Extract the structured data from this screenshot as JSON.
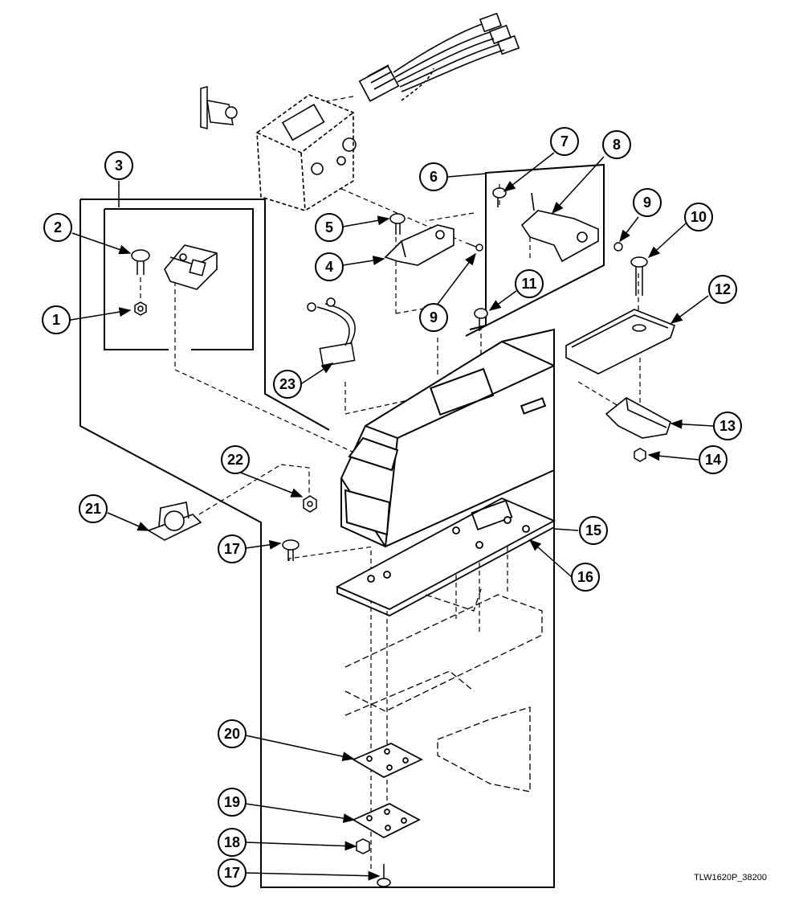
{
  "figure_id": "TLW1620P_38200",
  "callouts": [
    {
      "id": "c1",
      "label": "1"
    },
    {
      "id": "c2",
      "label": "2"
    },
    {
      "id": "c3",
      "label": "3"
    },
    {
      "id": "c4",
      "label": "4"
    },
    {
      "id": "c5",
      "label": "5"
    },
    {
      "id": "c6",
      "label": "6"
    },
    {
      "id": "c7",
      "label": "7"
    },
    {
      "id": "c8",
      "label": "8"
    },
    {
      "id": "c9a",
      "label": "9"
    },
    {
      "id": "c9b",
      "label": "9"
    },
    {
      "id": "c10",
      "label": "10"
    },
    {
      "id": "c11",
      "label": "11"
    },
    {
      "id": "c12",
      "label": "12"
    },
    {
      "id": "c13",
      "label": "13"
    },
    {
      "id": "c14",
      "label": "14"
    },
    {
      "id": "c15",
      "label": "15"
    },
    {
      "id": "c16",
      "label": "16"
    },
    {
      "id": "c17a",
      "label": "17"
    },
    {
      "id": "c17b",
      "label": "17"
    },
    {
      "id": "c18",
      "label": "18"
    },
    {
      "id": "c19",
      "label": "19"
    },
    {
      "id": "c20",
      "label": "20"
    },
    {
      "id": "c21",
      "label": "21"
    },
    {
      "id": "c22",
      "label": "22"
    },
    {
      "id": "c23",
      "label": "23"
    }
  ],
  "colors": {
    "line": "#000000",
    "background": "#ffffff"
  }
}
